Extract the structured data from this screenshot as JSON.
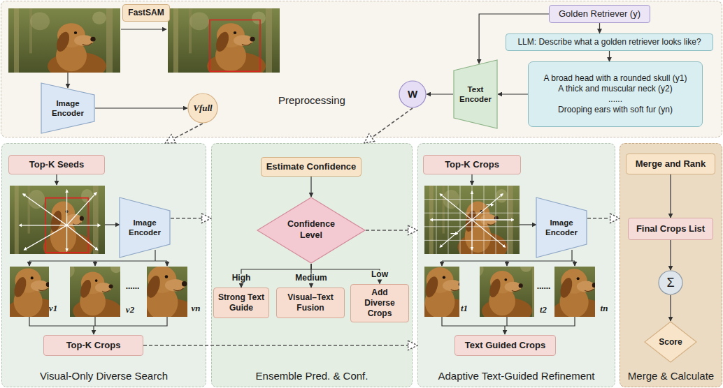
{
  "diagram": {
    "nodes": [
      {
        "text": [
          "Preprocessing"
        ]
      },
      {
        "text": [
          "FastSAM"
        ],
        "in": 0
      },
      {
        "text": [
          "Image Encoder"
        ],
        "in": 0
      },
      {
        "text": [
          "Vfull"
        ],
        "in": 0
      },
      {
        "text": [
          "Golden Retriever (y)"
        ],
        "in": 0
      },
      {
        "text": [
          "LLM: Describe what a golden retriever looks like?"
        ],
        "in": 0
      },
      {
        "text": [
          "A broad head with a rounded skull (y1)",
          "A thick and muscular neck (y2)",
          "......",
          "Drooping ears with soft fur (yn)"
        ],
        "in": 0
      },
      {
        "text": [
          "Text Encoder"
        ],
        "in": 0
      },
      {
        "text": [
          "W"
        ],
        "in": 0
      },
      {
        "text": [
          "Visual-Only Diverse Search"
        ]
      },
      {
        "text": [
          "Top-K Seeds"
        ],
        "in": 9
      },
      {
        "text": [
          "Image Encoder"
        ],
        "in": 9
      },
      {
        "text": [
          "Top-K Crops"
        ],
        "in": 9
      },
      {
        "text": [
          "Ensemble Pred. & Conf."
        ]
      },
      {
        "text": [
          "Estimate Confidence"
        ],
        "in": 13
      },
      {
        "text": [
          "Confidence Level"
        ],
        "in": 13
      },
      {
        "text": [
          "Strong Text Guide"
        ],
        "in": 13
      },
      {
        "text": [
          "Visual–Text Fusion"
        ],
        "in": 13
      },
      {
        "text": [
          "Add Diverse Crops"
        ],
        "in": 13
      },
      {
        "text": [
          "Adaptive Text-Guided Refinement"
        ]
      },
      {
        "text": [
          "Top-K Crops"
        ],
        "in": 19
      },
      {
        "text": [
          "Image Encoder"
        ],
        "in": 19
      },
      {
        "text": [
          "Text Guided Crops"
        ],
        "in": 19
      },
      {
        "text": [
          "Merge & Calculate"
        ]
      },
      {
        "text": [
          "Merge and Rank"
        ],
        "in": 23
      },
      {
        "text": [
          "Final Crops List"
        ],
        "in": 23
      },
      {
        "text": [
          "Σ"
        ],
        "in": 23
      },
      {
        "text": [
          "Score"
        ],
        "in": 23
      }
    ],
    "edges": [
      {
        "from": 4,
        "to": 5,
        "arrow": "to"
      },
      {
        "from": 5,
        "to": 6,
        "arrow": "to"
      },
      {
        "from": 6,
        "to": 7,
        "arrow": "to"
      },
      {
        "from": 7,
        "to": 8,
        "arrow": "to"
      },
      {
        "from": 4,
        "to": 7,
        "arrow": "to"
      },
      {
        "from": 2,
        "to": 3,
        "arrow": "to"
      },
      {
        "from": 3,
        "to": 9,
        "arrow": "to"
      },
      {
        "from": 8,
        "to": 13,
        "arrow": "to"
      },
      {
        "from": 14,
        "to": 15,
        "arrow": "to"
      },
      {
        "from": 15,
        "to": 16,
        "label": "High",
        "arrow": "to"
      },
      {
        "from": 15,
        "to": 17,
        "label": "Medium",
        "arrow": "to"
      },
      {
        "from": 15,
        "to": 18,
        "label": "Low",
        "arrow": "to"
      },
      {
        "from": 11,
        "to": 13,
        "arrow": "to"
      },
      {
        "from": 15,
        "to": 19,
        "arrow": "to"
      },
      {
        "from": 12,
        "to": 19,
        "arrow": "to"
      },
      {
        "from": 21,
        "to": 23,
        "arrow": "to"
      },
      {
        "from": 24,
        "to": 25,
        "arrow": "to"
      },
      {
        "from": 25,
        "to": 26,
        "arrow": "to"
      },
      {
        "from": 26,
        "to": 27,
        "arrow": "to"
      }
    ],
    "labels": [
      "v1",
      "v2",
      "......",
      "vn",
      "t1",
      "t2",
      "......",
      "tn"
    ]
  }
}
